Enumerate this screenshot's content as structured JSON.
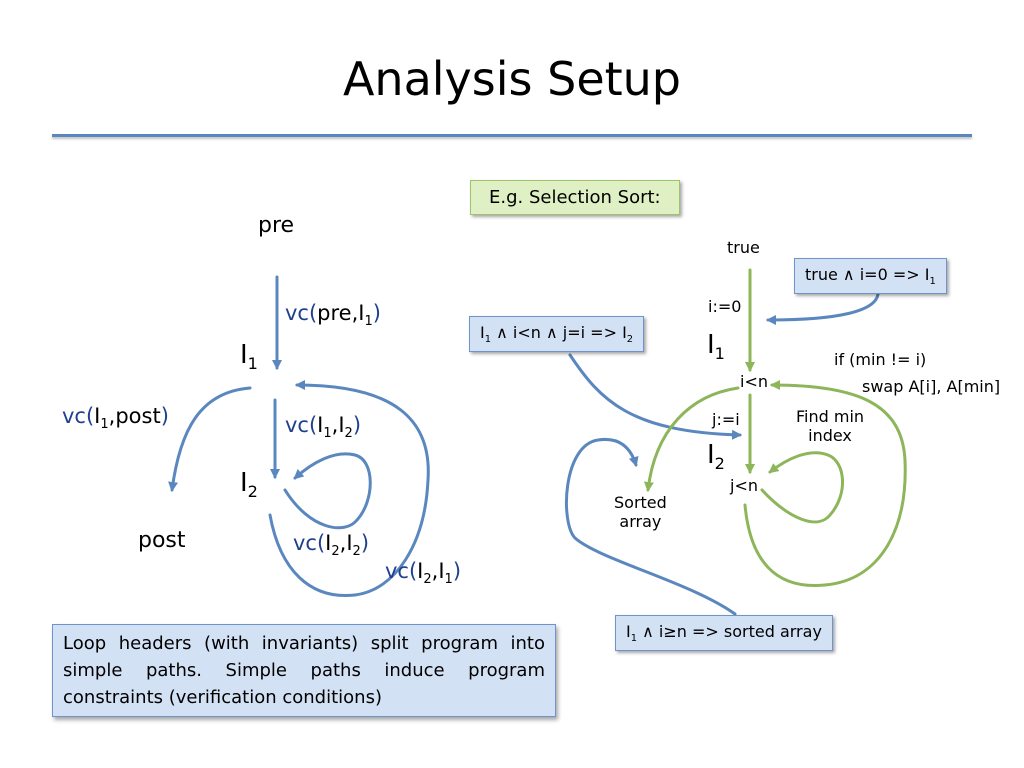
{
  "slide": {
    "title": "Analysis Setup"
  },
  "left": {
    "pre": "pre",
    "post": "post",
    "vc_pre_i1": {
      "fn": "vc(",
      "args": "pre,I",
      "sub": "1",
      "close": ")"
    },
    "vc_i1_post": {
      "fn": "vc(",
      "args": "I",
      "sub": "1",
      "rest": ",post",
      "close": ")"
    },
    "vc_i1_i2": {
      "fn": "vc(",
      "a": "I",
      "asub": "1",
      "b": ",I",
      "bsub": "2",
      "close": ")"
    },
    "vc_i2_i2": {
      "fn": "vc(",
      "a": "I",
      "asub": "2",
      "b": ",I",
      "bsub": "2",
      "close": ")"
    },
    "vc_i2_i1": {
      "fn": "vc(",
      "a": "I",
      "asub": "2",
      "b": ",I",
      "bsub": "1",
      "close": ")"
    },
    "I1": {
      "base": "I",
      "sub": "1"
    },
    "I2": {
      "base": "I",
      "sub": "2"
    }
  },
  "right": {
    "example_label": "E.g. Selection Sort:",
    "true_label": "true",
    "init": "i:=0",
    "outer_cond": "i<n",
    "inner_init": "j:=i",
    "inner_cond": "j<n",
    "I1": {
      "base": "I",
      "sub": "1"
    },
    "I2": {
      "base": "I",
      "sub": "2"
    },
    "swap_line1": "if (min != i)",
    "swap_line2": "swap A[i], A[min]",
    "find_min": "Find min",
    "find_min2": "index",
    "sorted": "Sorted",
    "sorted2": "array",
    "box_true": {
      "pre": "true ∧ i=0 => I",
      "sub": "1"
    },
    "box_inner": {
      "a": "I",
      "asub": "1",
      "b": " ∧ i<n ∧  j=i => I",
      "bsub": "2"
    },
    "box_exit": {
      "a": "I",
      "asub": "1",
      "b": " ∧ i≥n => sorted array"
    }
  },
  "note": "Loop headers (with invariants) split program into simple paths. Simple paths induce program constraints (verification conditions)",
  "colors": {
    "blue_arrow": "#5b87bf",
    "green_arrow": "#8db55a",
    "vc_text": "#1f3f8f"
  }
}
